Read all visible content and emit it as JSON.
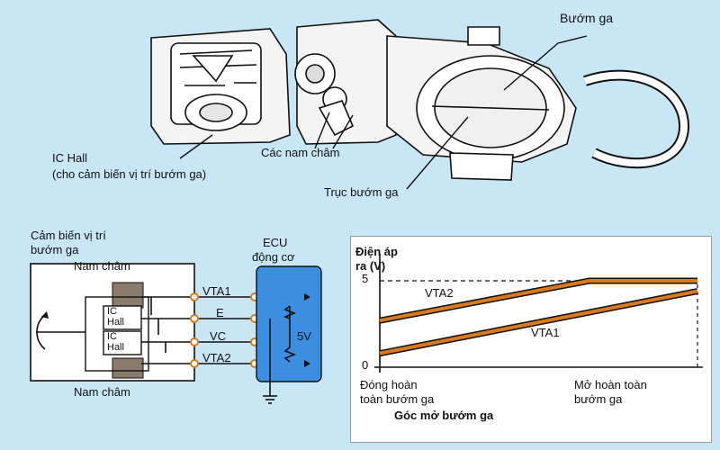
{
  "top": {
    "throttle_label": "Bướm ga",
    "hall_label_1": "IC Hall",
    "hall_label_2": "(cho cảm biến vị trí bướm ga)",
    "magnets_label": "Các nam châm",
    "shaft_label": "Trục bướm ga"
  },
  "circuit": {
    "sensor_title_1": "Cảm biến vị trí",
    "sensor_title_2": "bướm ga",
    "magnet_top": "Nam châm",
    "magnet_bottom": "Nam châm",
    "ic_hall_1a": "IC",
    "ic_hall_1b": "Hall",
    "ic_hall_2a": "IC",
    "ic_hall_2b": "Hall",
    "ecu_1": "ECU",
    "ecu_2": "động cơ",
    "pin_vta1": "VTA1",
    "pin_e": "E",
    "pin_vc": "VC",
    "pin_vta2": "VTA2",
    "voltage_5v": "5V"
  },
  "chart_data": {
    "type": "line",
    "ylabel_1": "Điện áp",
    "ylabel_2": "ra (V)",
    "yticks": [
      "5",
      "0"
    ],
    "ylim": [
      0,
      5
    ],
    "xlim": [
      0,
      1
    ],
    "x_label_left_1": "Đóng hoàn",
    "x_label_left_2": "toàn bướm ga",
    "x_label_right_1": "Mở hoàn toàn",
    "x_label_right_2": "bướm ga",
    "xlabel": "Góc mở bướm ga",
    "series": [
      {
        "name": "VTA2",
        "points": [
          [
            0,
            2.7
          ],
          [
            0.66,
            5.0
          ],
          [
            1,
            5.0
          ]
        ]
      },
      {
        "name": "VTA1",
        "points": [
          [
            0,
            0.8
          ],
          [
            1,
            4.4
          ]
        ]
      }
    ],
    "line_color": "#d97a1e"
  }
}
